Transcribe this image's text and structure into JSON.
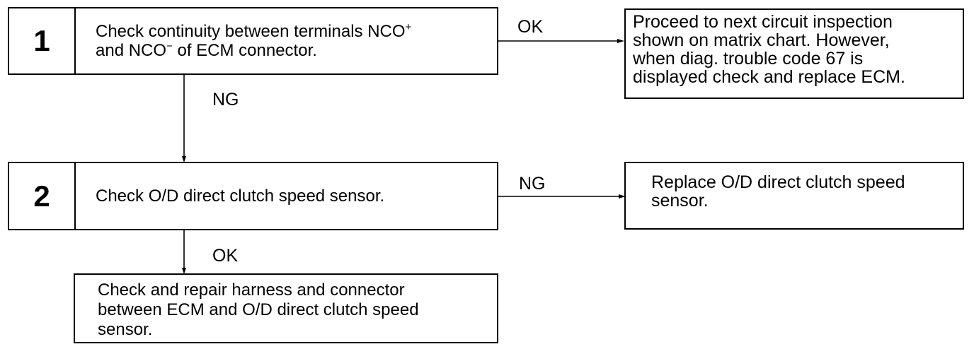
{
  "steps": [
    {
      "number": "1",
      "text_line1_prefix": "Check  continuity between terminals NCO",
      "text_line1_sup": "+",
      "text_line2_prefix": "and NCO",
      "text_line2_sup": "−",
      "text_line2_suffix": " of ECM connector."
    },
    {
      "number": "2",
      "text": "Check O/D direct clutch speed sensor."
    }
  ],
  "results": {
    "step1_ok": {
      "label": "OK",
      "lines": [
        "Proceed to next circuit inspection",
        "shown on matrix chart. However,",
        "when diag. trouble code 67 is",
        "displayed check and replace ECM."
      ]
    },
    "step1_ng": {
      "label": "NG"
    },
    "step2_ng": {
      "label": "NG",
      "lines": [
        "Replace O/D direct clutch speed",
        "sensor."
      ]
    },
    "step2_ok": {
      "label": "OK",
      "lines": [
        "Check  and  repair  harness  and  connector",
        "between ECM and O/D direct clutch speed",
        "sensor."
      ]
    }
  }
}
